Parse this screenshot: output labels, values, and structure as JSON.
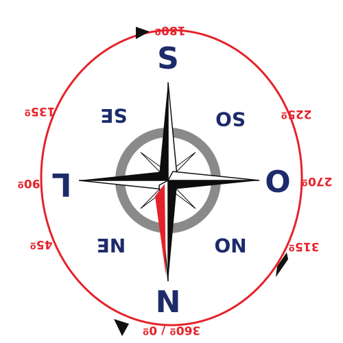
{
  "colors": {
    "ring": "#e5222a",
    "arrowhead": "#111111",
    "degree_text": "#e5222a",
    "cardinal_text": "#1d2b6b",
    "intercardinal_text": "#1d2b6b",
    "star_dark": "#0d0d0d",
    "star_light": "#ffffff",
    "needle_red": "#e5222a",
    "inner_ring": "#8a8a8a"
  },
  "cardinals": {
    "north": "N",
    "south": "S",
    "east": "L",
    "west": "O"
  },
  "intercardinals": {
    "northeast": "NE",
    "northwest": "NO",
    "southeast": "SE",
    "southwest": "SO"
  },
  "degrees": {
    "d0": "360º / 0º",
    "d45": "45º",
    "d90": "90º",
    "d135": "135º",
    "d180": "180º",
    "d225": "225º",
    "d270": "270º",
    "d315": "315º"
  },
  "icons": {
    "ring_arrows": "arrowhead-icon",
    "star": "compass-rose-icon",
    "needle": "north-needle-icon"
  }
}
